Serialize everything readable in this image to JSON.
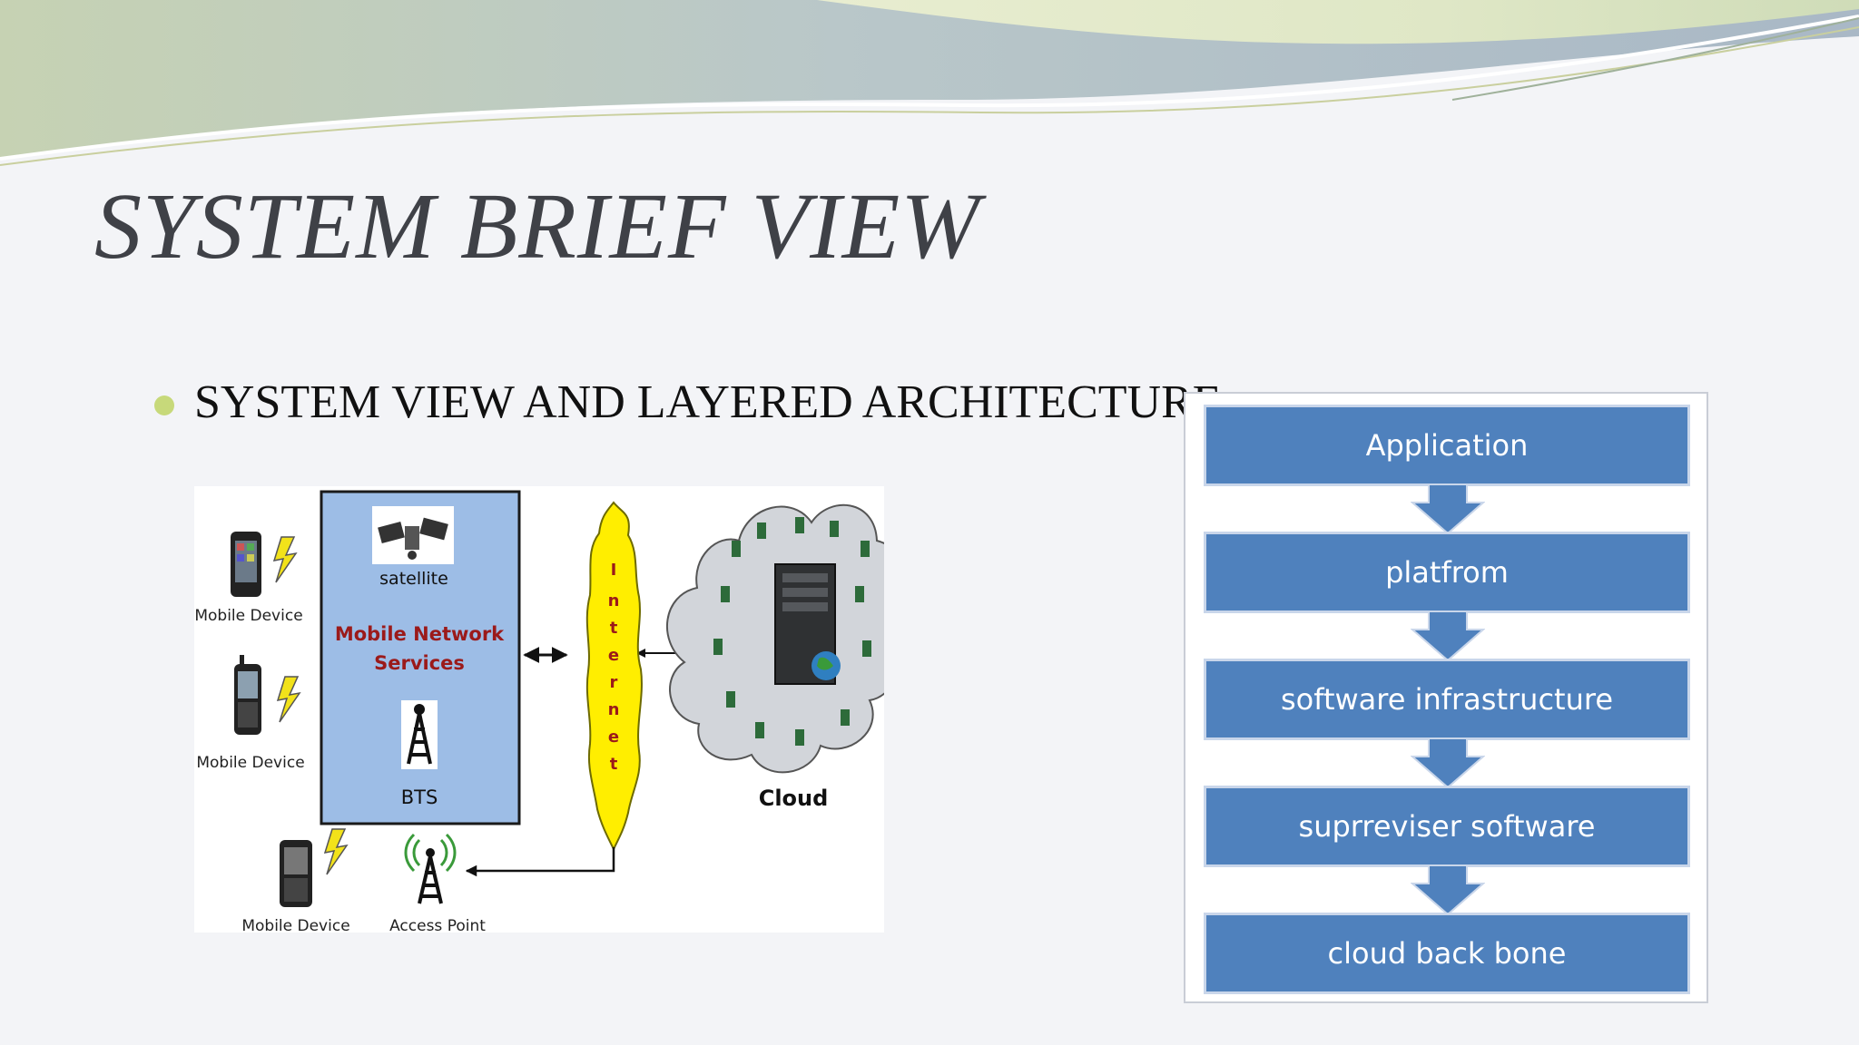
{
  "slide": {
    "title": "SYSTEM BRIEF VIEW",
    "bullet": "SYSTEM VIEW AND LAYERED ARCHITECTURE"
  },
  "system_view": {
    "mobile_device_label": "Mobile Device",
    "satellite_label": "satellite",
    "mobile_network_label_line1": "Mobile Network",
    "mobile_network_label_line2": "Services",
    "bts_label": "BTS",
    "internet_letters": [
      "I",
      "n",
      "t",
      "e",
      "r",
      "n",
      "e",
      "t"
    ],
    "cloud_label": "Cloud",
    "access_point_label": "Access Point"
  },
  "layers": [
    {
      "label": "Application"
    },
    {
      "label": "platfrom"
    },
    {
      "label": "software infrastructure"
    },
    {
      "label": "suprreviser software"
    },
    {
      "label": "cloud back bone"
    }
  ],
  "colors": {
    "layer_fill": "#4f81bd",
    "network_box_fill": "#9dbde6",
    "network_text": "#9b1a1a",
    "internet_fill": "#ffee00",
    "bullet_dot": "#c7d97a"
  }
}
